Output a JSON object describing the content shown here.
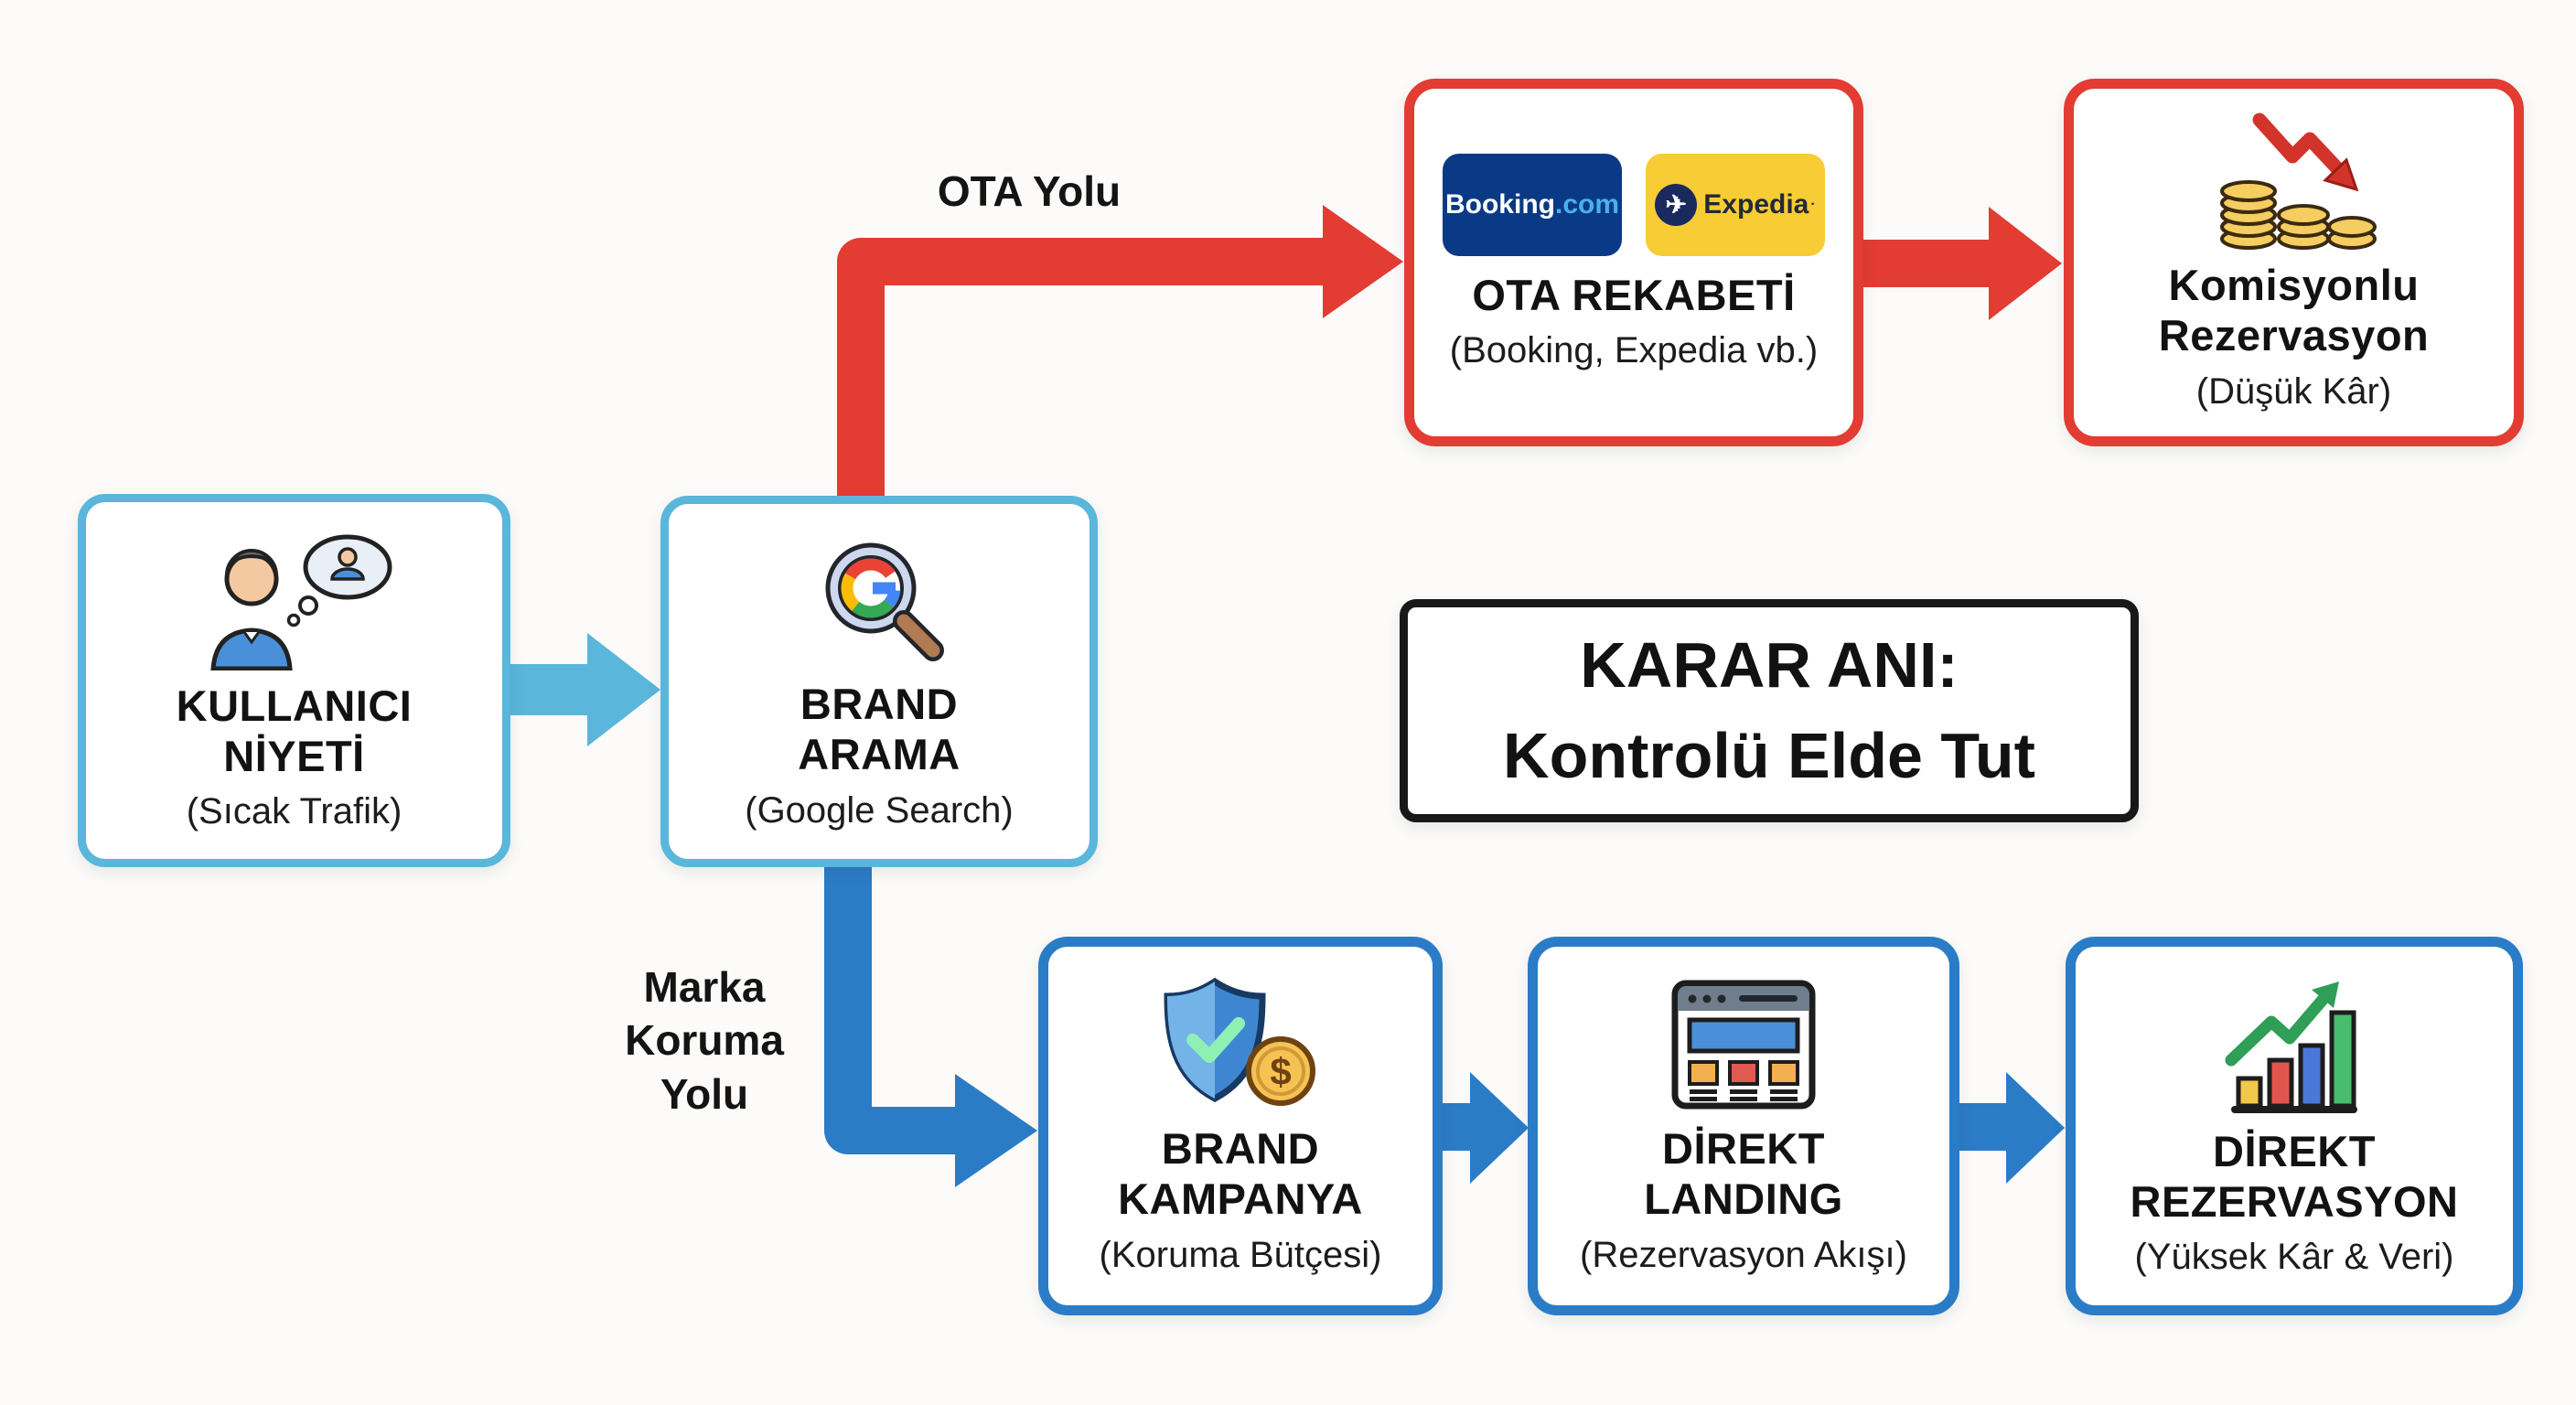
{
  "palette": {
    "light_blue": "#5ab6da",
    "red": "#e23c33",
    "blue": "#2b7cc6",
    "black_border": "#181818",
    "background": "#fcfbf9",
    "booking_navy": "#0a3a85",
    "booking_com_blue": "#4ab0e8",
    "expedia_yellow": "#f7cc34",
    "expedia_navy": "#1a2a5e"
  },
  "path_labels": {
    "ota": "OTA Yolu",
    "brand_lines": [
      "Marka",
      "Koruma",
      "Yolu"
    ]
  },
  "nodes": [
    {
      "id": "user-intent",
      "title_lines": [
        "KULLANICI",
        "NİYETİ"
      ],
      "subtitle": "(Sıcak Trafik)",
      "icon": "thinking-user-icon"
    },
    {
      "id": "brand-search",
      "title_lines": [
        "BRAND",
        "ARAMA"
      ],
      "subtitle": "(Google Search)",
      "icon": "google-search-icon"
    },
    {
      "id": "ota-competition",
      "title_lines": [
        "OTA REKABETİ"
      ],
      "subtitle": "(Booking, Expedia vb.)",
      "icon": "ota-logos"
    },
    {
      "id": "commission-booking",
      "title_lines": [
        "Komisyonlu",
        "Rezervasyon"
      ],
      "subtitle": "(Düşük Kâr)",
      "icon": "falling-coins-icon"
    },
    {
      "id": "decision",
      "title_lines": [
        "KARAR ANI:",
        "Kontrolü Elde Tut"
      ]
    },
    {
      "id": "brand-campaign",
      "title_lines": [
        "BRAND",
        "KAMPANYA"
      ],
      "subtitle": "(Koruma Bütçesi)",
      "icon": "shield-check-coin-icon"
    },
    {
      "id": "direct-landing",
      "title_lines": [
        "DİREKT",
        "LANDING"
      ],
      "subtitle": "(Rezervasyon Akışı)",
      "icon": "landing-page-icon"
    },
    {
      "id": "direct-booking",
      "title_lines": [
        "DİREKT",
        "REZERVASYON"
      ],
      "subtitle": "(Yüksek Kâr & Veri)",
      "icon": "growth-chart-icon"
    }
  ],
  "logos": {
    "booking": {
      "name": "Booking",
      "tld": ".com"
    },
    "expedia": {
      "name": "Expedia",
      "mark": "·",
      "plane": "✈"
    }
  }
}
